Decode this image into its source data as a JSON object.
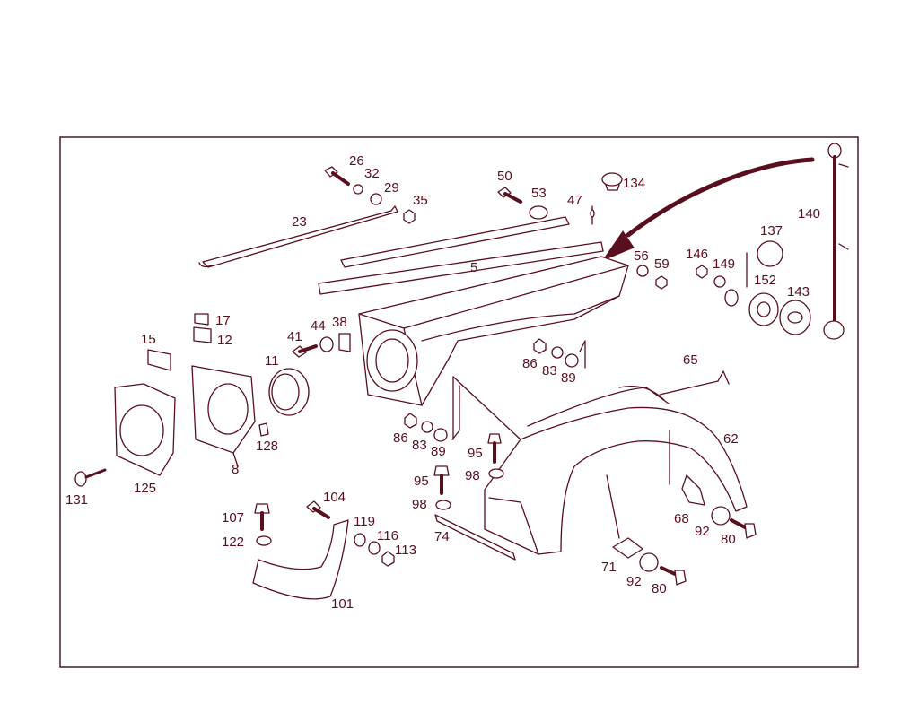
{
  "diagram": {
    "labels": {
      "p5": "5",
      "p8": "8",
      "p11": "11",
      "p12": "12",
      "p15": "15",
      "p17": "17",
      "p23": "23",
      "p26": "26",
      "p29": "29",
      "p32": "32",
      "p35": "35",
      "p38": "38",
      "p41": "41",
      "p44": "44",
      "p47": "47",
      "p50": "50",
      "p53": "53",
      "p56": "56",
      "p59": "59",
      "p62": "62",
      "p65": "65",
      "p68": "68",
      "p71": "71",
      "p74": "74",
      "p80a": "80",
      "p80b": "80",
      "p83a": "83",
      "p83b": "83",
      "p86a": "86",
      "p86b": "86",
      "p89a": "89",
      "p89b": "89",
      "p92a": "92",
      "p92b": "92",
      "p95a": "95",
      "p95b": "95",
      "p98a": "98",
      "p98b": "98",
      "p101": "101",
      "p104": "104",
      "p107": "107",
      "p113": "113",
      "p116": "116",
      "p119": "119",
      "p122": "122",
      "p125": "125",
      "p128": "128",
      "p131": "131",
      "p134": "134",
      "p137": "137",
      "p140": "140",
      "p143": "143",
      "p146": "146",
      "p149": "149",
      "p152": "152"
    }
  }
}
